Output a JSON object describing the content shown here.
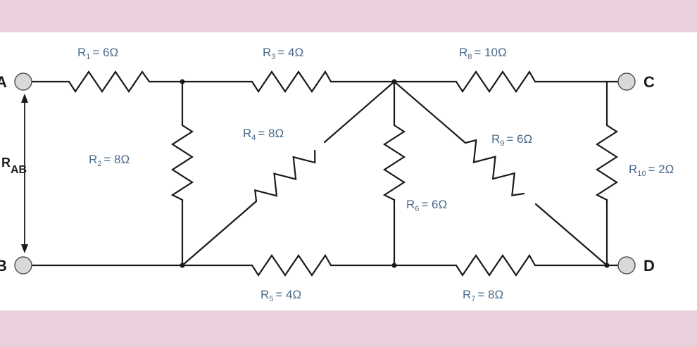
{
  "background_color": "#e9d0dc",
  "label_color": "#4a6a8a",
  "terminals": {
    "a": "A",
    "b": "B",
    "c": "C",
    "d": "D"
  },
  "rab": {
    "main": "R",
    "sub": "AB"
  },
  "resistors": {
    "r1": {
      "main": "R",
      "sub": "1",
      "value": "= 6Ω"
    },
    "r2": {
      "main": "R",
      "sub": "2",
      "value": "= 8Ω"
    },
    "r3": {
      "main": "R",
      "sub": "3",
      "value": "= 4Ω"
    },
    "r4": {
      "main": "R",
      "sub": "4",
      "value": "= 8Ω"
    },
    "r5": {
      "main": "R",
      "sub": "5",
      "value": "= 4Ω"
    },
    "r6": {
      "main": "R",
      "sub": "6",
      "value": "= 6Ω"
    },
    "r7": {
      "main": "R",
      "sub": "7",
      "value": "= 8Ω"
    },
    "r8": {
      "main": "R",
      "sub": "8",
      "value": "= 10Ω"
    },
    "r9": {
      "main": "R",
      "sub": "9",
      "value": "= 6Ω"
    },
    "r10": {
      "main": "R",
      "sub": "10",
      "value": "= 2Ω"
    }
  }
}
